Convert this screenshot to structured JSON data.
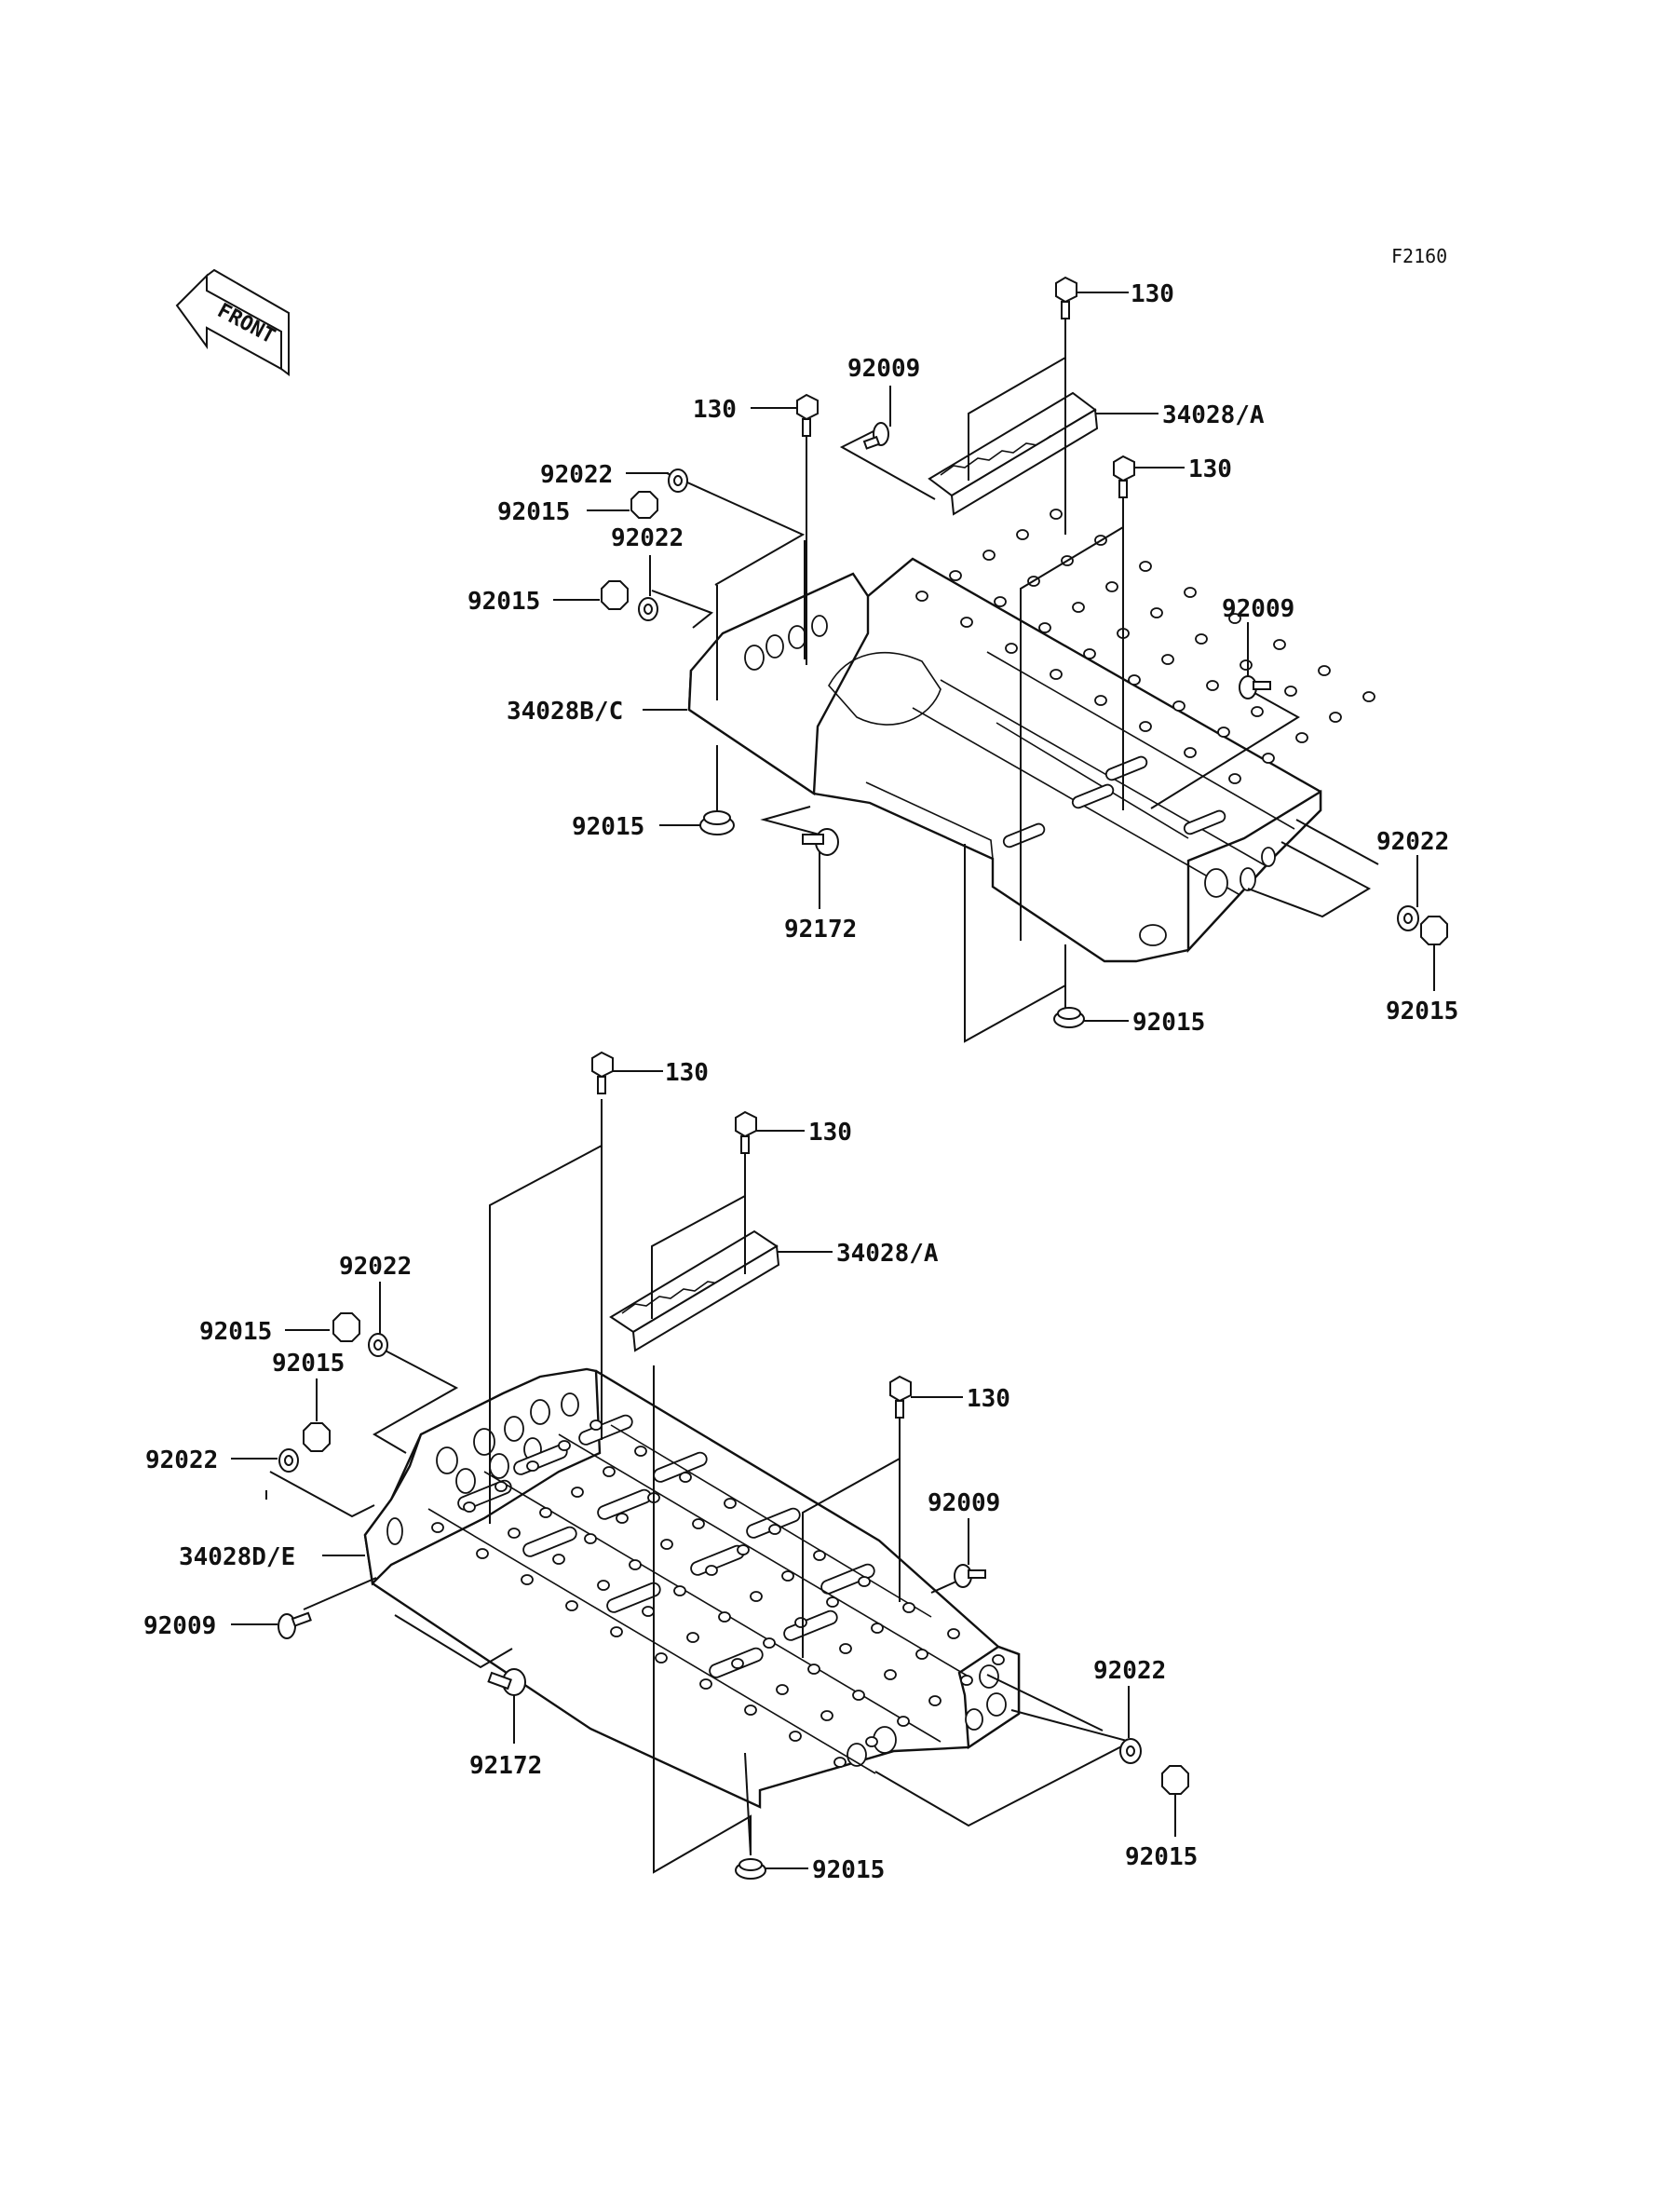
{
  "figure_code": "F2160",
  "front_text": "FRONT",
  "upper": {
    "bolt_top": "130",
    "bolt_left": "130",
    "bolt_right": "130",
    "screw_top": "92009",
    "screw_right": "92009",
    "trim": "34028/A",
    "washer_left_upper": "92022",
    "nut_left_upper": "92015",
    "washer_left_lower": "92022",
    "nut_left_lower": "92015",
    "plate": "34028B/C",
    "nut_bottom_left": "92015",
    "clip": "92172",
    "washer_right": "92022",
    "nut_right": "92015",
    "nut_bottom": "92015"
  },
  "lower": {
    "bolt_top": "130",
    "bolt_mid": "130",
    "bolt_right": "130",
    "trim": "34028/A",
    "washer_top": "92022",
    "nut_top": "92015",
    "nut_mid": "92015",
    "washer_mid": "92022",
    "plate": "34028D/E",
    "screw_left": "92009",
    "screw_right": "92009",
    "clip": "92172",
    "washer_right": "92022",
    "nut_right": "92015",
    "nut_bottom": "92015"
  }
}
